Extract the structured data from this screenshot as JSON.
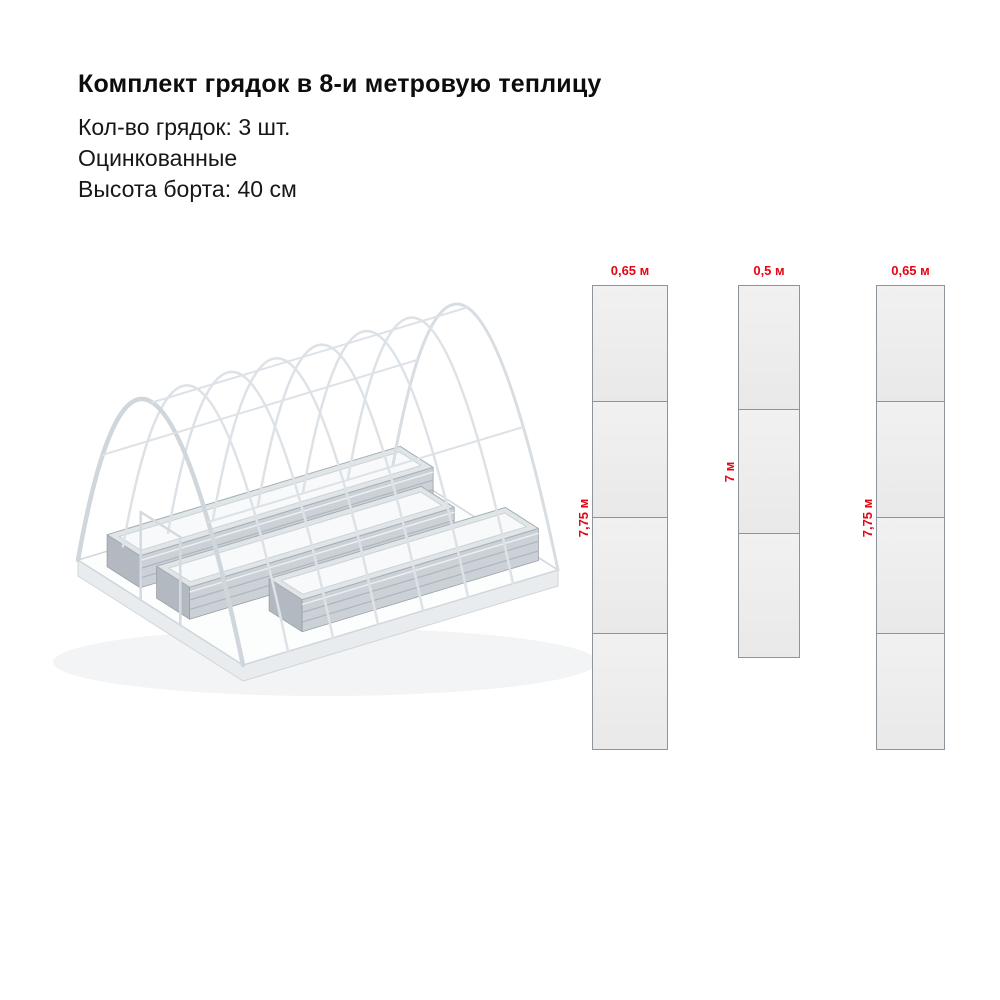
{
  "header": {
    "title": "Комплект грядок в 8-и метровую теплицу",
    "line_count": "Кол-во грядок: 3 шт.",
    "line_material": "Оцинкованные",
    "line_height": "Высота борта: 40 см"
  },
  "diagram": {
    "accent_color": "#e30613",
    "beds": [
      {
        "width_label": "0,65 м",
        "length_label": "7,75 м",
        "sections": 4
      },
      {
        "width_label": "0,5 м",
        "length_label": "7 м",
        "sections": 3
      },
      {
        "width_label": "0,65 м",
        "length_label": "7,75 м",
        "sections": 4
      }
    ]
  },
  "illustration": {
    "name": "greenhouse-with-three-galvanized-beds"
  }
}
